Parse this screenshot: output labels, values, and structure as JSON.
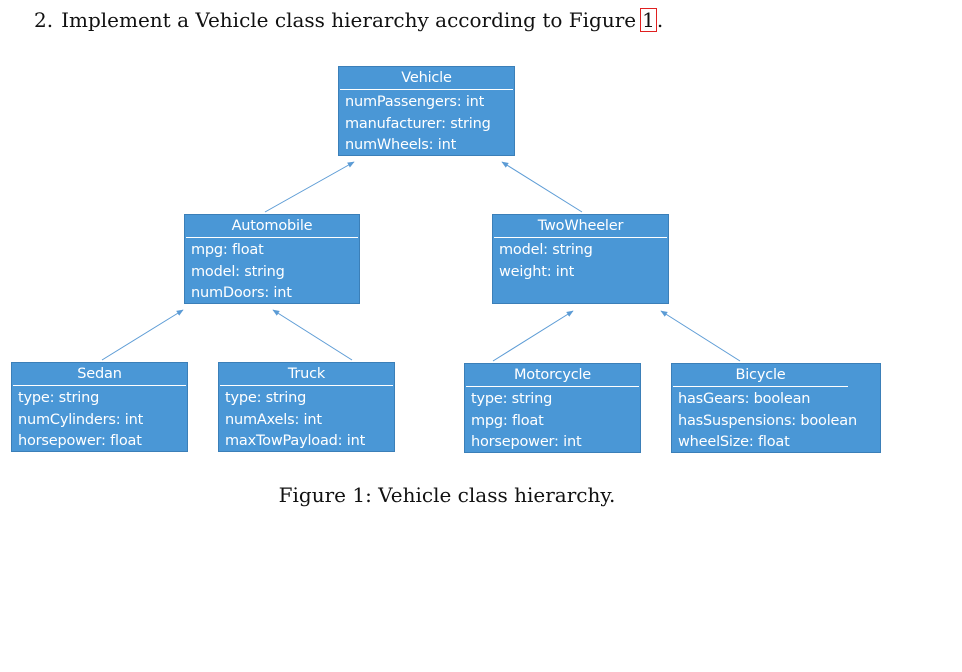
{
  "question": {
    "number": "2.",
    "text": "Implement a Vehicle class hierarchy according to Figure",
    "figure_ref": "1",
    "end": "."
  },
  "caption": "Figure 1: Vehicle class hierarchy.",
  "classes": {
    "vehicle": {
      "name": "Vehicle",
      "attributes": [
        "numPassengers: int",
        "manufacturer: string",
        "numWheels: int"
      ]
    },
    "automobile": {
      "name": "Automobile",
      "attributes": [
        "mpg: float",
        "model: string",
        "numDoors: int"
      ]
    },
    "twowheeler": {
      "name": "TwoWheeler",
      "attributes": [
        "model: string",
        "weight: int"
      ]
    },
    "sedan": {
      "name": "Sedan",
      "attributes": [
        "type: string",
        "numCylinders: int",
        "horsepower: float"
      ]
    },
    "truck": {
      "name": "Truck",
      "attributes": [
        "type: string",
        "numAxels: int",
        "maxTowPayload: int"
      ]
    },
    "motorcycle": {
      "name": "Motorcycle",
      "attributes": [
        "type: string",
        "mpg: float",
        "horsepower: int"
      ]
    },
    "bicycle": {
      "name": "Bicycle",
      "attributes": [
        "hasGears: boolean",
        "hasSuspensions: boolean",
        "wheelSize: float"
      ]
    }
  },
  "colors": {
    "class_fill": "#4a97d6",
    "class_text": "#ffffff",
    "edge": "#5b9bd5",
    "ref_box": "#e02020"
  }
}
